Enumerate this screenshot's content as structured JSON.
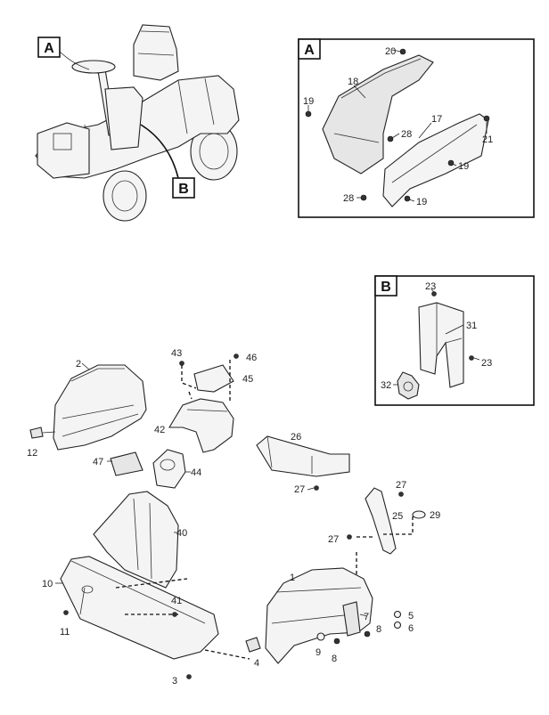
{
  "diagram": {
    "inset_a": {
      "label": "A",
      "parts": [
        "20",
        "18",
        "19",
        "17",
        "28",
        "21",
        "19",
        "28",
        "19"
      ]
    },
    "inset_b": {
      "label": "B",
      "parts": [
        "23",
        "31",
        "23",
        "32"
      ]
    },
    "overview": {
      "label_a": "A",
      "label_b": "B"
    },
    "parts": [
      "2",
      "43",
      "46",
      "45",
      "42",
      "12",
      "26",
      "47",
      "44",
      "27",
      "27",
      "25",
      "29",
      "40",
      "27",
      "10",
      "1",
      "41",
      "5",
      "7",
      "6",
      "11",
      "8",
      "9",
      "8",
      "4",
      "3"
    ]
  }
}
